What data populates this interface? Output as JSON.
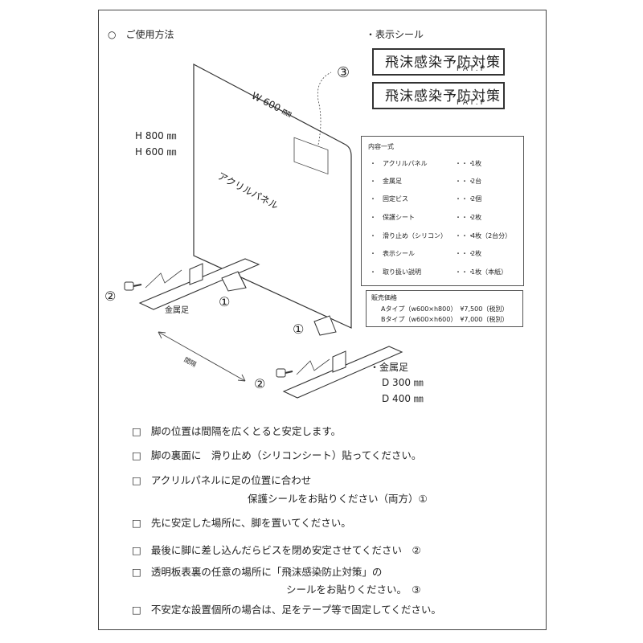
{
  "title": "○　ご使用方法",
  "seal_section": {
    "heading": "・表示シール",
    "seals": [
      {
        "main": "飛沫感染予防対策",
        "sub": "PAT.P"
      },
      {
        "main": "飛沫感染予防対策",
        "sub": "PAT.P"
      }
    ]
  },
  "diagram": {
    "width_label": "W 600 ㎜",
    "height_labels": [
      "H 800 ㎜",
      "H 600 ㎜"
    ],
    "panel_label": "アクリルパネル",
    "callout_3": "③",
    "callout_1a": "①",
    "callout_1b": "①",
    "callout_2a": "②",
    "callout_2b": "②",
    "foot_label_left": "金属足",
    "foot_label_right": "・金属足",
    "depth_labels": [
      "D 300 ㎜",
      "D 400 ㎜"
    ],
    "spacing_label": "間隔"
  },
  "contents": {
    "heading": "内容一式",
    "items": [
      {
        "name": "アクリルパネル",
        "dots": "・・・",
        "qty": "1枚"
      },
      {
        "name": "金属足",
        "dots": "・・・",
        "qty": "2台"
      },
      {
        "name": "固定ビス",
        "dots": "・・・",
        "qty": "2個"
      },
      {
        "name": "保護シート",
        "dots": "・・・",
        "qty": "2枚"
      },
      {
        "name": "滑り止め（シリコン）",
        "dots": "・・・",
        "qty": "4枚（2台分）"
      },
      {
        "name": "表示シール",
        "dots": "・・・",
        "qty": "2枚"
      },
      {
        "name": "取り扱い説明",
        "dots": "・・・",
        "qty": "1枚（本紙）"
      }
    ]
  },
  "price": {
    "heading": "販売価格",
    "rows": [
      "Aタイプ（w600×h800）　¥7,500（税別）",
      "Bタイプ（w600×h600）　¥7,000（税別）"
    ]
  },
  "instructions": [
    {
      "text": "脚の位置は間隔を広くとると安定します。"
    },
    {
      "text": "脚の裏面に　滑り止め（シリコンシート）貼ってください。"
    },
    {
      "text": "アクリルパネルに足の位置に合わせ"
    },
    {
      "text": "保護シールをお貼りください（両方）①",
      "continuation": true
    },
    {
      "text": "先に安定した場所に、脚を置いてください。"
    },
    {
      "text": "最後に脚に差し込んだらビスを閉め安定させてください　②"
    },
    {
      "text": "透明板表裏の任意の場所に「飛沫感染防止対策」の"
    },
    {
      "text": "シールをお貼りください。　③",
      "continuation": true
    },
    {
      "text": "不安定な設置個所の場合は、足をテープ等で固定してください。"
    }
  ],
  "checkbox_symbol": "□"
}
